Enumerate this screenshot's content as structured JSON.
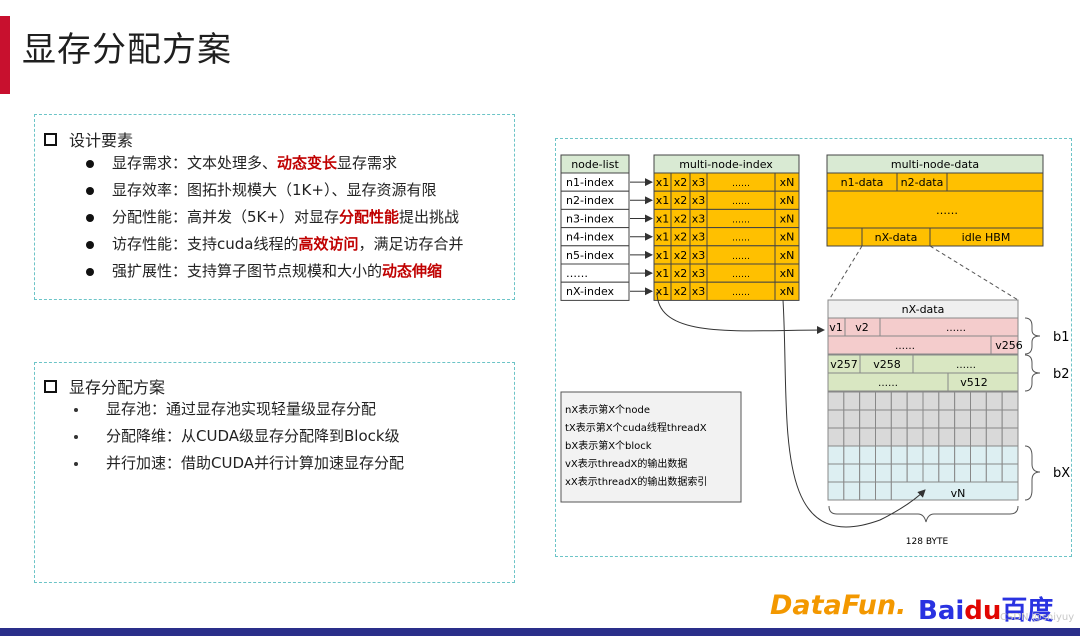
{
  "slide": {
    "title": "显存分配方案"
  },
  "design": {
    "heading": "设计要素",
    "items": [
      {
        "pre": "显存需求：文本处理多、",
        "hl": "动态变长",
        "post": "显存需求"
      },
      {
        "pre": "显存效率：图拓扑规模大（1K+）、显存资源有限",
        "hl": "",
        "post": ""
      },
      {
        "pre": "分配性能：高并发（5K+）对显存",
        "hl": "分配性能",
        "post": "提出挑战"
      },
      {
        "pre": "访存性能：支持cuda线程的",
        "hl": "高效访问",
        "post": "，满足访存合并"
      },
      {
        "pre": "强扩展性：支持算子图节点规模和大小的",
        "hl": "动态伸缩",
        "post": ""
      }
    ]
  },
  "scheme": {
    "heading": "显存分配方案",
    "items": [
      "显存池：通过显存池实现轻量级显存分配",
      "分配降维：从CUDA级显存分配降到Block级",
      "并行加速：借助CUDA并行计算加速显存分配"
    ]
  },
  "diagram": {
    "node_list": {
      "header": "node-list",
      "rows": [
        "n1-index",
        "n2-index",
        "n3-index",
        "n4-index",
        "n5-index",
        "……",
        "nX-index"
      ]
    },
    "multi_node_index": {
      "header": "multi-node-index",
      "cells": [
        "x1",
        "x2",
        "x3",
        "……",
        "xN"
      ]
    },
    "multi_node_data": {
      "header": "multi-node-data",
      "row1": [
        "n1-data",
        "n2-data"
      ],
      "middle": "……",
      "nx_data": "nX-data",
      "idle": "idle HBM"
    },
    "block_table": {
      "header": "nX-data",
      "b1_row1": [
        "v1",
        "v2",
        "……"
      ],
      "b1_row2": [
        "……",
        "v256"
      ],
      "b2_row1": [
        "v257",
        "v258",
        "……"
      ],
      "b2_row2": [
        "……",
        "v512"
      ],
      "vn": "vN",
      "labels": [
        "b1",
        "b2",
        "bX"
      ],
      "width_label": "128 BYTE"
    },
    "legend": [
      "nX表示第X个node",
      "tX表示第X个cuda线程threadX",
      "bX表示第X个block",
      "vX表示threadX的输出数据",
      "xX表示threadX的输出数据索引"
    ],
    "colors": {
      "orange": "#ffc000",
      "green_header": "#d9ead3",
      "pink": "#f4cccc",
      "green": "#d9e7c2",
      "gray": "#d9d9d9",
      "cyan": "#ddeff2"
    }
  },
  "footer": {
    "datafun": "DataFun.",
    "baidu_a": "Bai",
    "baidu_b": "du",
    "baidu_c": "百度",
    "watermark": "CSDN @sniyuy"
  }
}
